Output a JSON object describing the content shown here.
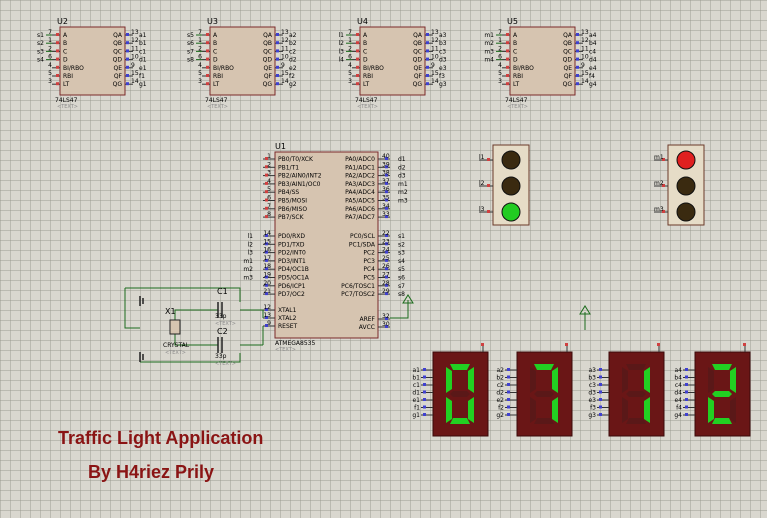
{
  "decoders": [
    {
      "ref": "U2",
      "part": "74LS47",
      "text": "<TEXT>",
      "in_pins": [
        "A",
        "B",
        "C",
        "D",
        "BI/RBO",
        "RBI",
        "LT"
      ],
      "out_pins": [
        "QA",
        "QB",
        "QC",
        "QD",
        "QE",
        "QF",
        "QG"
      ],
      "in_nums": [
        "7",
        "1",
        "2",
        "6",
        "4",
        "5",
        "3"
      ],
      "out_nums": [
        "13",
        "12",
        "11",
        "10",
        "9",
        "15",
        "14"
      ],
      "net_in": [
        "s1",
        "s2",
        "s3",
        "s4",
        "",
        "",
        ""
      ],
      "net_out": [
        "a1",
        "b1",
        "c1",
        "d1",
        "e1",
        "f1",
        "g1"
      ]
    },
    {
      "ref": "U3",
      "part": "74LS47",
      "text": "<TEXT>",
      "in_pins": [
        "A",
        "B",
        "C",
        "D",
        "BI/RBO",
        "RBI",
        "LT"
      ],
      "out_pins": [
        "QA",
        "QB",
        "QC",
        "QD",
        "QE",
        "QF",
        "QG"
      ],
      "in_nums": [
        "7",
        "1",
        "2",
        "6",
        "4",
        "5",
        "3"
      ],
      "out_nums": [
        "13",
        "12",
        "11",
        "10",
        "9",
        "15",
        "14"
      ],
      "net_in": [
        "s5",
        "s6",
        "s7",
        "s8",
        "",
        "",
        ""
      ],
      "net_out": [
        "a2",
        "b2",
        "c2",
        "d2",
        "e2",
        "f2",
        "g2"
      ]
    },
    {
      "ref": "U4",
      "part": "74LS47",
      "text": "<TEXT>",
      "in_pins": [
        "A",
        "B",
        "C",
        "D",
        "BI/RBO",
        "RBI",
        "LT"
      ],
      "out_pins": [
        "QA",
        "QB",
        "QC",
        "QD",
        "QE",
        "QF",
        "QG"
      ],
      "in_nums": [
        "7",
        "1",
        "2",
        "6",
        "4",
        "5",
        "3"
      ],
      "out_nums": [
        "13",
        "12",
        "11",
        "10",
        "9",
        "15",
        "14"
      ],
      "net_in": [
        "l1",
        "l2",
        "l3",
        "l4",
        "",
        "",
        ""
      ],
      "net_out": [
        "a3",
        "b3",
        "c3",
        "d3",
        "e3",
        "f3",
        "g3"
      ]
    },
    {
      "ref": "U5",
      "part": "74LS47",
      "text": "<TEXT>",
      "in_pins": [
        "A",
        "B",
        "C",
        "D",
        "BI/RBO",
        "RBI",
        "LT"
      ],
      "out_pins": [
        "QA",
        "QB",
        "QC",
        "QD",
        "QE",
        "QF",
        "QG"
      ],
      "in_nums": [
        "7",
        "1",
        "2",
        "6",
        "4",
        "5",
        "3"
      ],
      "out_nums": [
        "13",
        "12",
        "11",
        "10",
        "9",
        "15",
        "14"
      ],
      "net_in": [
        "m1",
        "m2",
        "m3",
        "m4",
        "",
        "",
        ""
      ],
      "net_out": [
        "a4",
        "b4",
        "c4",
        "d4",
        "e4",
        "f4",
        "g4"
      ]
    }
  ],
  "mcu": {
    "ref": "U1",
    "part": "ATMEGA8535",
    "text": "<TEXT>",
    "left_pins": [
      "PB0/T0/XCK",
      "PB1/T1",
      "PB2/AIN0/INT2",
      "PB3/AIN1/OC0",
      "PB4/SS",
      "PB5/MOSI",
      "PB6/MISO",
      "PB7/SCK",
      "PD0/RXD",
      "PD1/TXD",
      "PD2/INT0",
      "PD3/INT1",
      "PD4/OC1B",
      "PD5/OC1A",
      "PD6/ICP1",
      "PD7/OC2",
      "XTAL1",
      "XTAL2",
      "RESET"
    ],
    "left_nums": [
      "1",
      "2",
      "3",
      "4",
      "5",
      "6",
      "7",
      "8",
      "14",
      "15",
      "16",
      "17",
      "18",
      "19",
      "20",
      "21",
      "12",
      "13",
      "9"
    ],
    "left_nets": [
      "",
      "",
      "",
      "",
      "",
      "",
      "",
      "",
      "l1",
      "l2",
      "l3",
      "m1",
      "m2",
      "m3",
      "",
      "",
      "",
      "",
      ""
    ],
    "right_pins": [
      "PA0/ADC0",
      "PA1/ADC1",
      "PA2/ADC2",
      "PA3/ADC3",
      "PA4/ADC4",
      "PA5/ADC5",
      "PA6/ADC6",
      "PA7/ADC7",
      "PC0/SCL",
      "PC1/SDA",
      "PC2",
      "PC3",
      "PC4",
      "PC5",
      "PC6/TOSC1",
      "PC7/TOSC2",
      "AREF",
      "AVCC"
    ],
    "right_nums": [
      "40",
      "39",
      "38",
      "37",
      "36",
      "35",
      "34",
      "33",
      "22",
      "23",
      "24",
      "25",
      "26",
      "27",
      "28",
      "29",
      "32",
      "30"
    ],
    "right_nets": [
      "d1",
      "d2",
      "d3",
      "m1",
      "m2",
      "m3",
      "",
      "",
      "s1",
      "s2",
      "s3",
      "s4",
      "s5",
      "s6",
      "s7",
      "s8",
      "",
      ""
    ]
  },
  "c1": {
    "ref": "C1",
    "value": "33p",
    "text": "<TEXT>"
  },
  "c2": {
    "ref": "C2",
    "value": "33p",
    "text": "<TEXT>"
  },
  "x1": {
    "ref": "X1",
    "value": "CRYSTAL",
    "text": "<TEXT>"
  },
  "traffic_left": {
    "pins": [
      "l1",
      "l2",
      "l3"
    ],
    "lamps": [
      "off",
      "off",
      "green"
    ]
  },
  "traffic_right": {
    "pins": [
      "m1",
      "m2",
      "m3"
    ],
    "lamps": [
      "red",
      "off",
      "off"
    ]
  },
  "displays": [
    {
      "digit": "0",
      "pins": [
        "a1",
        "b1",
        "c1",
        "d1",
        "e1",
        "f1",
        "g1"
      ]
    },
    {
      "digit": "7",
      "pins": [
        "a2",
        "b2",
        "c2",
        "d2",
        "e2",
        "f2",
        "g2"
      ]
    },
    {
      "digit": "1",
      "pins": [
        "a3",
        "b3",
        "c3",
        "d3",
        "e3",
        "f3",
        "g3"
      ]
    },
    {
      "digit": "2",
      "pins": [
        "a4",
        "b4",
        "c4",
        "d4",
        "e4",
        "f4",
        "g4"
      ]
    }
  ],
  "colors": {
    "lamp_red": "#e02020",
    "lamp_green": "#22cc22",
    "lamp_off": "#3a2a10",
    "segment_on": "#22d022",
    "display_bg": "#6a1616"
  },
  "title": "Traffic Light Application",
  "subtitle": "By H4riez Prily"
}
